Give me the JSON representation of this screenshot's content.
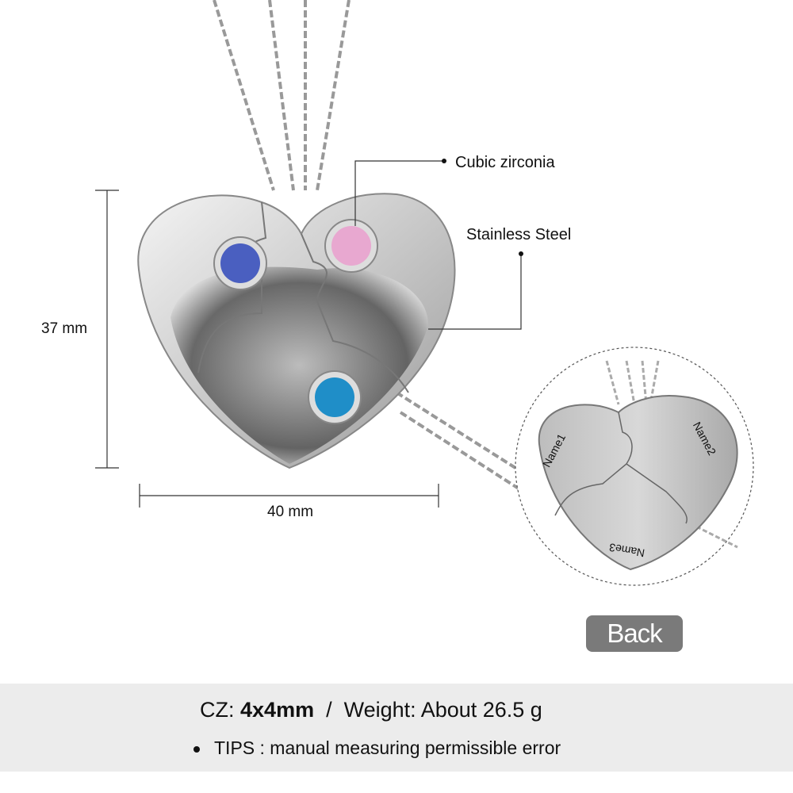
{
  "callouts": {
    "gem": "Cubic zirconia",
    "material": "Stainless Steel"
  },
  "dimensions": {
    "height": "37 mm",
    "width": "40 mm"
  },
  "back_view": {
    "names": [
      "Name1",
      "Name2",
      "Name3"
    ]
  },
  "back_button": "Back",
  "specs": {
    "cz_label": "CZ:",
    "cz_value": "4x4mm",
    "separator": "/",
    "weight": "Weight: About 26.5 g"
  },
  "tips": "TIPS : manual measuring permissible error",
  "colors": {
    "gem1": "#4a5fc0",
    "gem2": "#e8a8d0",
    "gem3": "#1f8ec8",
    "band": "#ececec",
    "button": "#7a7a7a"
  }
}
